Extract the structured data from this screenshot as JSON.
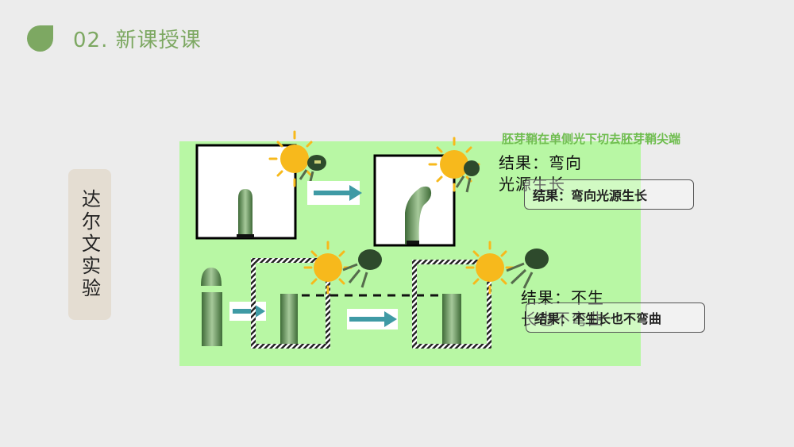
{
  "header": {
    "title": "02. 新课授课"
  },
  "side_label": "达尔文实验",
  "caption_top": "胚芽鞘在单侧光下切去胚芽鞘尖端",
  "results": {
    "top_serif_line1": "结果：弯向",
    "top_serif_line2": "光源生长",
    "top_box": "结果：弯向光源生长",
    "bottom_serif_line1": "结果：不生",
    "bottom_serif_line2": "长也不弯曲",
    "bottom_box": "结果：不生长也不弯曲"
  },
  "colors": {
    "accent": "#7da862",
    "panel": "#b8f7a4",
    "sun": "#f7b91c",
    "arrow": "#3f9aa5",
    "stem": "#4f7a44"
  }
}
